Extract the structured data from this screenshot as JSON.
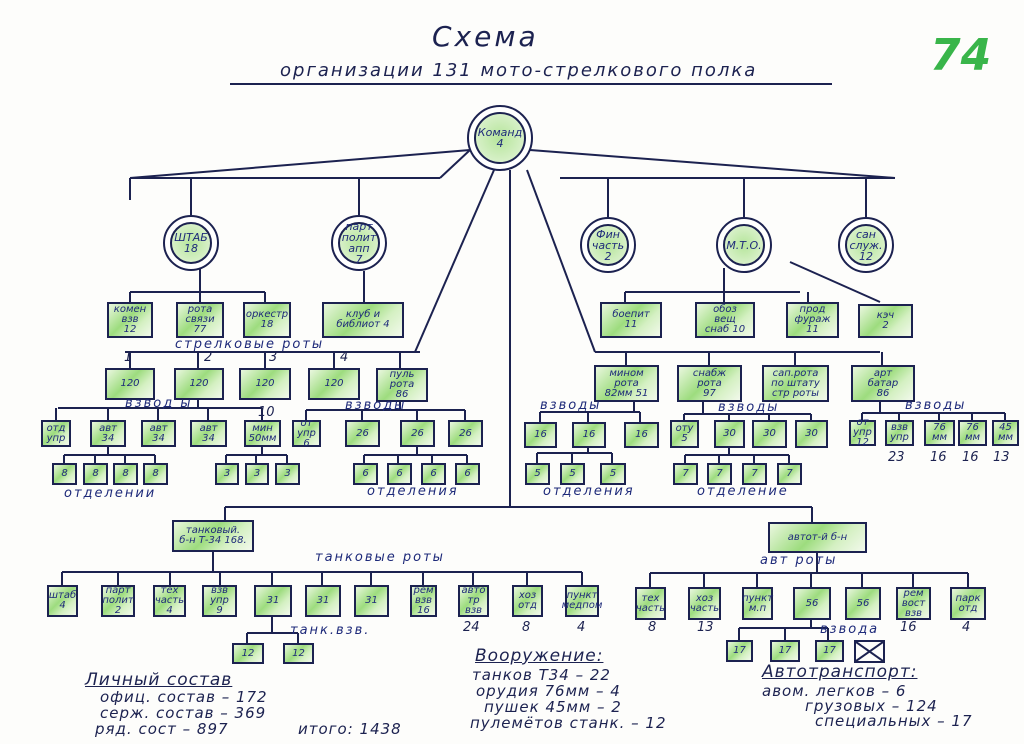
{
  "title": "Схема",
  "subtitle": "организации   131  мото-стрелкового полка",
  "page_number": "74",
  "nodes": {
    "cmd": "Команд\n4",
    "shtab": "ШТАБ\n18",
    "partpolit": "парт\nполит\nапп\n7",
    "fin": "Фин\nчасть\n2",
    "mto": "М.Т.О.",
    "san": "сан\nслуж.\n12",
    "komen": "комен\nвзв\n12",
    "svyaz": "рота\nсвязи\n77",
    "orkestr": "оркестр\n18",
    "klub": "клуб и\nбиблиот 4",
    "boepit": "боепит\n11",
    "oboz": "обоз\nвещ\nснаб 10",
    "prod": "прод\nфураж\n11",
    "kech": "кэч\n2",
    "r1": "120",
    "r2": "120",
    "r3": "120",
    "r4": "120",
    "pulrota": "пуль\nрота\n86",
    "minrota": "мином\nрота\n82мм 51",
    "snabrota": "снабж\nрота\n97",
    "saprota": "сап.рота\nпо штату\nстр роты",
    "artbat": "арт\nбатар\n86",
    "otdupr": "отд\nупр",
    "avt1": "авт\n34",
    "avt2": "авт\n34",
    "avt3": "авт\n34",
    "min50": "мин\n50мм",
    "otupr6": "от\nупр\n6",
    "p26a": "26",
    "p26b": "26",
    "p26c": "26",
    "m16a": "16",
    "m16b": "16",
    "m16c": "16",
    "otu5": "оту\n5",
    "s30a": "30",
    "s30b": "30",
    "s30c": "30",
    "otupr12": "от\nупр\n12",
    "vzvupr": "взв\nупр",
    "mm76a": "76\nмм",
    "mm76b": "76\nмм",
    "mm45": "45\nмм",
    "q8a": "8",
    "q8b": "8",
    "q8c": "8",
    "q8d": "8",
    "q3a": "3",
    "q3b": "3",
    "q3c": "3",
    "q6a": "6",
    "q6b": "6",
    "q6c": "6",
    "q6d": "6",
    "q5a": "5",
    "q5b": "5",
    "q5c": "5",
    "q7a": "7",
    "q7b": "7",
    "q7c": "7",
    "q7d": "7",
    "tankbn": "танковый.\nб-н Т-34 168.",
    "autobn": "автот-й б-н",
    "t_shtab": "штаб\n4",
    "t_part": "парт\nполит\n2",
    "t_tech": "тех\nчасть\n4",
    "t_vzv": "взв\nупр\n9",
    "t31a": "31",
    "t31b": "31",
    "t31c": "31",
    "t_rem": "рем\nвзв\n16",
    "t_avto": "авто\nтр\nвзв",
    "t_hoz": "хоз\nотд",
    "t_med": "пункт\nмедпом",
    "t12a": "12",
    "t12b": "12",
    "a_tech": "тех\nчасть",
    "a_hoz": "хоз\nчасть",
    "a_mp": "пункт\nм.п",
    "a56a": "56",
    "a56b": "56",
    "a_rem": "рем\nвост\nвзв",
    "a_park": "парк\nотд",
    "a17a": "17",
    "a17b": "17",
    "a17c": "17"
  },
  "labels": {
    "rifle_companies": "стрелковые   роты",
    "n1": "1",
    "n2": "2",
    "n3": "3",
    "n4": "4",
    "n10": "10",
    "platoons_a": "взвод ы",
    "platoons_b": "взводы",
    "platoons_c": "взводы",
    "platoons_d": "взводы",
    "platoons_e": "взводы",
    "squads_a": "отделении",
    "squads_b": "отделения",
    "squads_c": "отделения",
    "squads_d": "отделение",
    "art_23": "23",
    "art_16a": "16",
    "art_16b": "16",
    "art_13": "13",
    "tank_companies": "танковые роты",
    "tank_platoons": "танк.взв.",
    "t_24": "24",
    "t_8": "8",
    "t_4": "4",
    "auto_companies": "авт  роты",
    "auto_platoons": "взвода",
    "a_8": "8",
    "a_13": "13",
    "a_16": "16",
    "a_4": "4"
  },
  "personnel": {
    "heading": "Личный состав",
    "officers": "офиц. состав  – 172",
    "sergeants": "серж. состав  – 369",
    "privates": "ряд. сост     – 897",
    "total": "итого: 1438"
  },
  "armament": {
    "heading": "Вооружение:",
    "tanks": "танков Т34 – 22",
    "guns76": "орудия 76мм – 4",
    "guns45": "пушек 45мм – 2",
    "mg": "пулемётов станк. – 12"
  },
  "transport": {
    "heading": "Автотранспорт:",
    "cars": "авом. легков – 6",
    "trucks": "грузовых – 124",
    "special": "специальных – 17"
  }
}
